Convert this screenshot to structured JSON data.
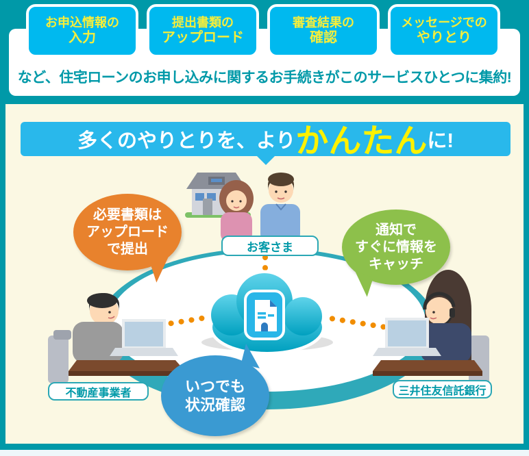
{
  "top_boxes": {
    "items": [
      {
        "line1": "お申込情報の",
        "line2": "入力"
      },
      {
        "line1": "提出書類の",
        "line2": "アップロード"
      },
      {
        "line1": "審査結果の",
        "line2": "確認"
      },
      {
        "line1": "メッセージでの",
        "line2": "やりとり"
      }
    ]
  },
  "summary_bar": {
    "text": "など、住宅ローンのお申し込みに関するお手続きがこのサービスひとつに集約!"
  },
  "headline": {
    "prefix": "多くのやりとりを、より",
    "highlight": "かんたん",
    "suffix": "に!"
  },
  "diagram": {
    "labels": {
      "customer": "お客さま",
      "realtor": "不動産事業者",
      "bank": "三井住友信託銀行"
    },
    "bubbles": {
      "upload": {
        "lines": [
          "必要書類は",
          "アップロード",
          "で提出"
        ]
      },
      "notify": {
        "lines": [
          "通知で",
          "すぐに情報を",
          "キャッチ"
        ]
      },
      "status": {
        "lines": [
          "いつでも",
          "状況確認"
        ]
      }
    },
    "icons": {
      "cloud": "cloud-icon",
      "document": "building-document-icon"
    }
  },
  "colors": {
    "background_teal": "#0099a8",
    "box_cyan": "#00b9ef",
    "box_text_yellow": "#f7ee3a",
    "panel_cream": "#fbf8e3",
    "band_cyan": "#29b8eb",
    "highlight_yellow": "#fff100",
    "bubble_orange": "#e8822d",
    "bubble_green": "#8dc04b",
    "bubble_blue": "#3a9ad2",
    "ring_teal": "#2fa9b9",
    "dot_orange": "#f18d00",
    "label_teal": "#0099a8"
  }
}
